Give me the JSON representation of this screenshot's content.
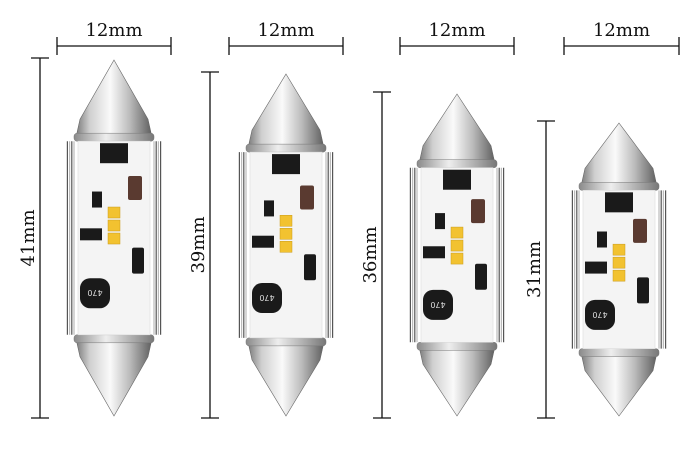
{
  "colors": {
    "dimension_line": "#111111",
    "pcb": "#f4f4f4",
    "metal_light": "#f2f2f2",
    "metal_dark": "#6e6e6e",
    "led_pad": "#f2c230",
    "component_black": "#1a1a1a",
    "capacitor": "#5a3a30"
  },
  "bulbs": [
    {
      "width_label": "12mm",
      "length_label": "41mm",
      "chip_code": "470"
    },
    {
      "width_label": "12mm",
      "length_label": "39mm",
      "chip_code": "470"
    },
    {
      "width_label": "12mm",
      "length_label": "36mm",
      "chip_code": "470"
    },
    {
      "width_label": "12mm",
      "length_label": "31mm",
      "chip_code": "470"
    }
  ]
}
